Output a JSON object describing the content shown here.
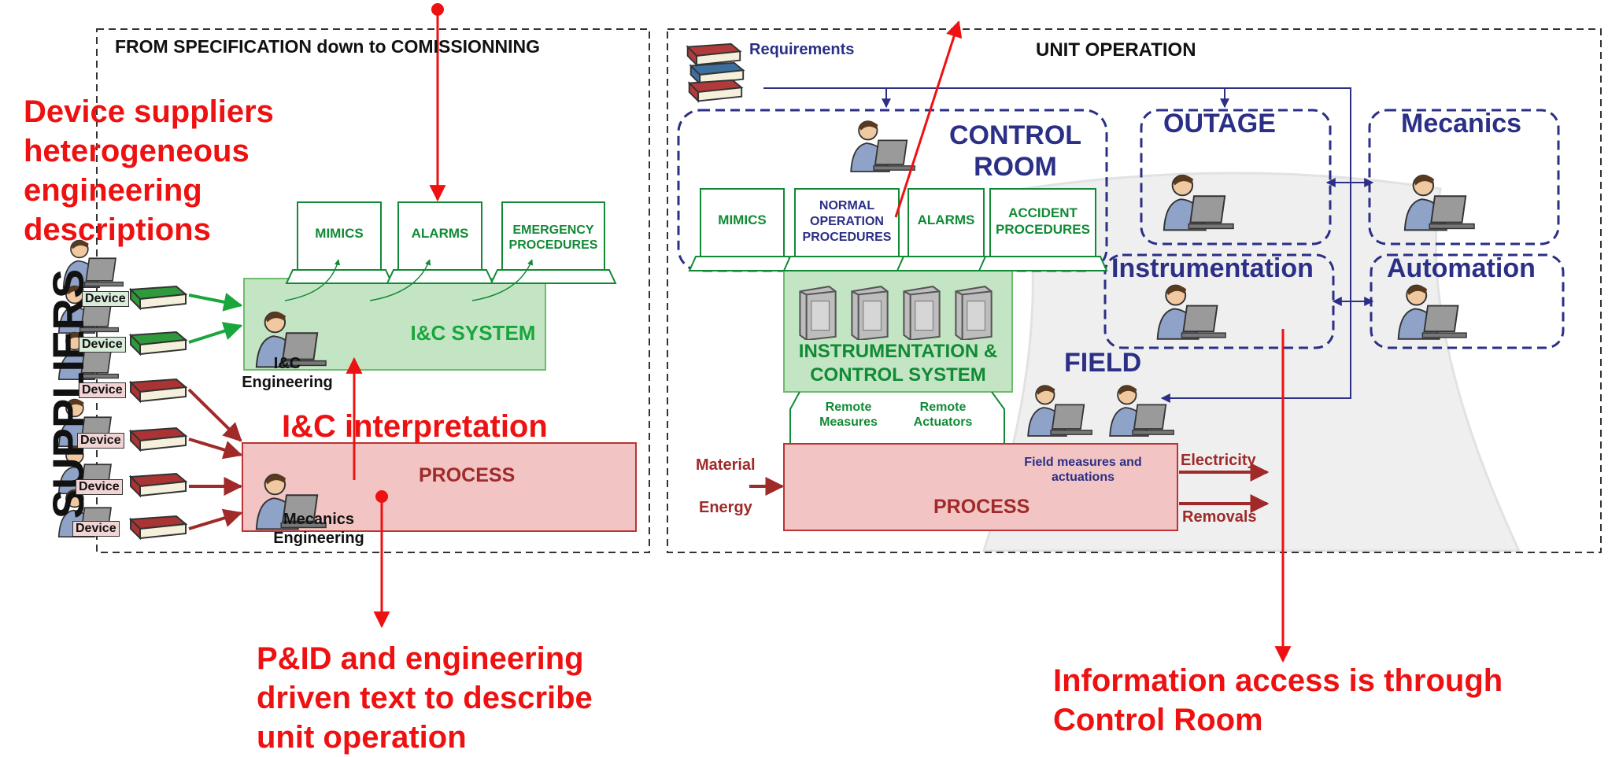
{
  "left_panel": {
    "title": "FROM SPECIFICATION down to COMISSIONNING",
    "suppliers_label": "SUPPLIERS",
    "device_label": "Device",
    "device_suppliers_note": [
      "Device suppliers",
      "heterogeneous",
      "engineering",
      "descriptions"
    ],
    "screens": [
      "MIMICS",
      "ALARMS",
      "EMERGENCY PROCEDURES"
    ],
    "ic_system": "I&C SYSTEM",
    "ic_engineering": "I&C Engineering",
    "ic_interpretation": "I&C interpretation",
    "process": "PROCESS",
    "mecanics_engineering": "Mecanics Engineering"
  },
  "right_panel": {
    "title": "UNIT OPERATION",
    "requirements": "Requirements",
    "control_room": "CONTROL ROOM",
    "outage": "OUTAGE",
    "mecanics": "Mecanics",
    "instrumentation": "Instrumentation",
    "automation": "Automation",
    "field": "FIELD",
    "screens": [
      "MIMICS",
      "NORMAL OPERATION PROCEDURES",
      "ALARMS",
      "ACCIDENT PROCEDURES"
    ],
    "ics": "INSTRUMENTATION & CONTROL SYSTEM",
    "remote_measures": "Remote Measures",
    "remote_actuators": "Remote Actuators",
    "field_measures": "Field measures and actuations",
    "process": "PROCESS",
    "material": "Material",
    "energy": "Energy",
    "electricity": "Electricity",
    "removals": "Removals"
  },
  "annotations": {
    "pid_text": [
      "P&ID and engineering",
      "driven text to describe",
      "unit operation"
    ],
    "info_access": [
      "Information access is through",
      "Control Room"
    ]
  },
  "colors": {
    "annotation_red": "#ee1111",
    "navy": "#2b2f86",
    "green": "#118a35",
    "process_fill": "#f2c4c4",
    "process_red": "#a02a2a",
    "ic_fill": "#c4e5c4"
  },
  "icons": [
    "person-at-laptop-icon",
    "book-icon",
    "book-stack-icon",
    "monitor-icon",
    "server-cabinet-icon",
    "cooling-tower-icon"
  ]
}
